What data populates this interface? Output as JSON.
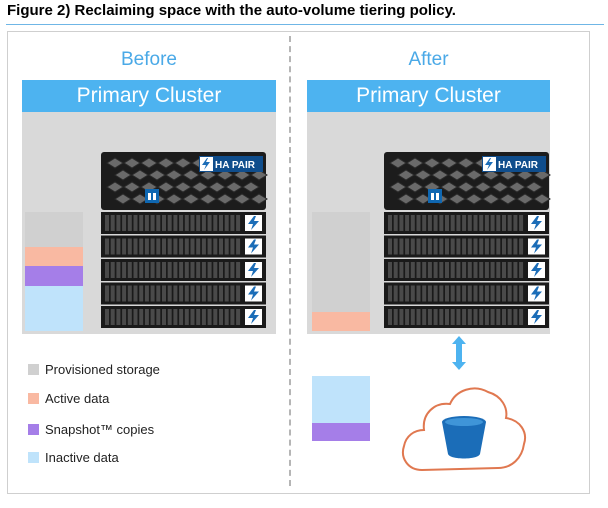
{
  "figure": {
    "title": "Figure 2) Reclaiming space with the auto-volume tiering policy."
  },
  "panels": {
    "before": {
      "heading": "Before",
      "cluster_label": "Primary Cluster"
    },
    "after": {
      "heading": "After",
      "cluster_label": "Primary Cluster"
    }
  },
  "hardware": {
    "badge": "HA PAIR",
    "shelf_count": 5
  },
  "legend": [
    {
      "label": "Provisioned storage",
      "color": "#d0d0d0"
    },
    {
      "label": "Active data",
      "color": "#f9b9a2"
    },
    {
      "label": "Snapshot™ copies",
      "color": "#a57ee8"
    },
    {
      "label": "Inactive data",
      "color": "#bfe3fb"
    }
  ],
  "colors": {
    "accent": "#4db3f0",
    "cloud_outline": "#e07850",
    "bucket": "#1b6db8",
    "arrow": "#4db3f0"
  }
}
